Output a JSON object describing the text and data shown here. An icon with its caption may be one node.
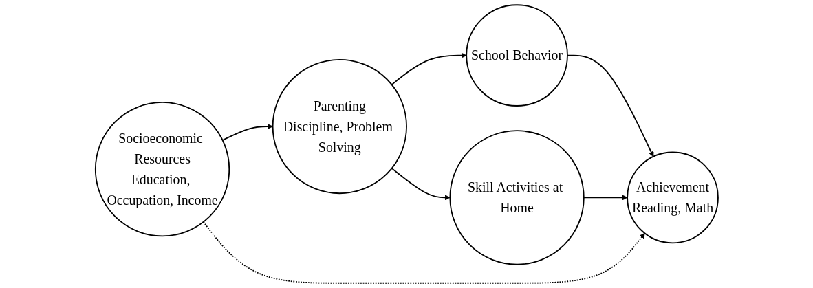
{
  "diagram": {
    "nodes": [
      {
        "text": [
          "Socioeconomic Resources",
          "Education, Occupation, Income"
        ]
      },
      {
        "text": [
          "Parenting",
          "Discipline, Problem Solving"
        ]
      },
      {
        "text": [
          "School Behavior"
        ]
      },
      {
        "text": [
          "Skill Activities at Home"
        ]
      },
      {
        "text": [
          "Achievement",
          "Reading, Math"
        ]
      }
    ],
    "edges": [
      {
        "from": 0,
        "to": 1,
        "arrow": "to"
      },
      {
        "from": 1,
        "to": 2,
        "arrow": "to"
      },
      {
        "from": 1,
        "to": 3,
        "arrow": "to"
      },
      {
        "from": 2,
        "to": 4,
        "arrow": "to"
      },
      {
        "from": 3,
        "to": 4,
        "arrow": "to"
      },
      {
        "from": 0,
        "to": 4,
        "arrow": "to",
        "style": "dashed"
      }
    ]
  }
}
